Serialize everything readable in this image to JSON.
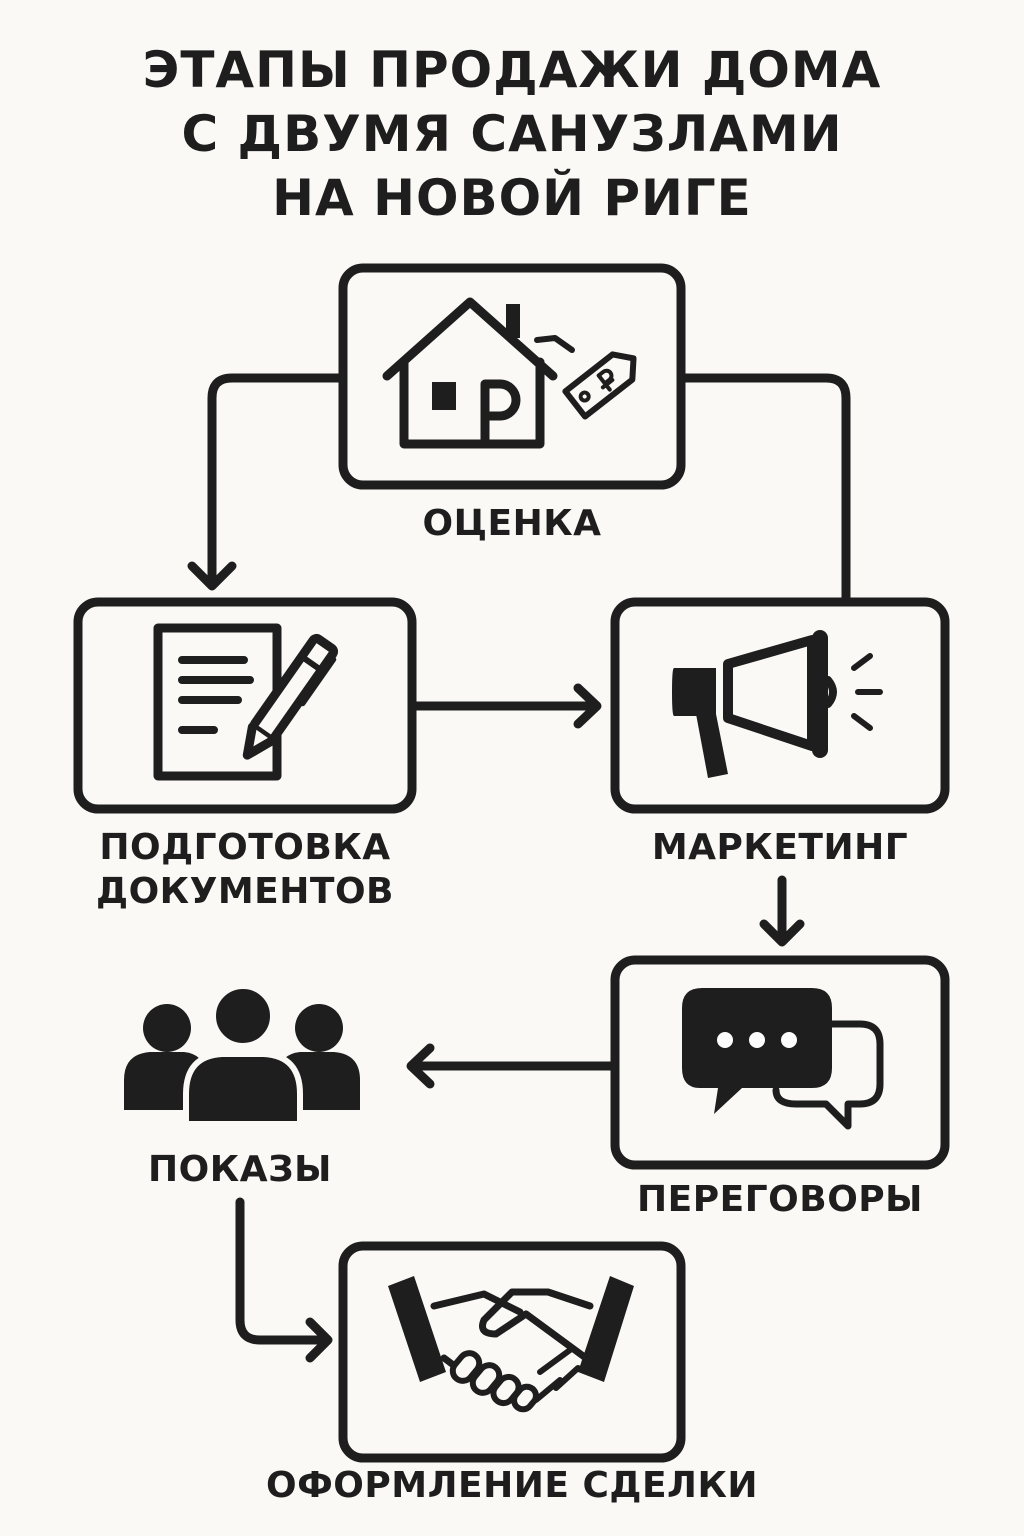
{
  "title": {
    "line1": "ЭТАПЫ ПРОДАЖИ ДОМА",
    "line2": "С ДВУМЯ САНУЗЛАМИ",
    "line3": "НА НОВОЙ РИГЕ"
  },
  "steps": {
    "evaluation": {
      "label": "ОЦЕНКА",
      "icon": "house-price-tag-icon"
    },
    "documents": {
      "line1": "ПОДГОТОВКА",
      "line2": "ДОКУМЕНТОВ",
      "icon": "document-pen-icon"
    },
    "marketing": {
      "label": "МАРКЕТИНГ",
      "icon": "megaphone-icon"
    },
    "negotiations": {
      "label": "ПЕРЕГОВОРЫ",
      "icon": "chat-bubbles-icon"
    },
    "showings": {
      "label": "ПОКАЗЫ",
      "icon": "people-group-icon"
    },
    "deal": {
      "label": "ОФОРМЛЕНИЕ СДЕЛКИ",
      "icon": "handshake-icon"
    }
  },
  "colors": {
    "background": "#faf9f6",
    "ink": "#1e1e1e"
  }
}
